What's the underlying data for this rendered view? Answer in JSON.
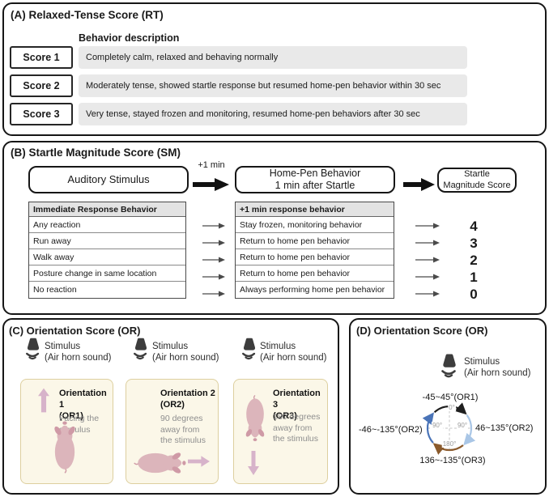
{
  "panelA": {
    "title": "(A) Relaxed-Tense Score (RT)",
    "col_header": "Behavior description",
    "rows": [
      {
        "score": "Score 1",
        "desc": "Completely calm, relaxed and behaving normally"
      },
      {
        "score": "Score 2",
        "desc": "Moderately tense, showed startle response but resumed home-pen behavior within 30 sec"
      },
      {
        "score": "Score 3",
        "desc": "Very tense, stayed frozen and monitoring, resumed home-pen behaviors after 30 sec"
      }
    ]
  },
  "panelB": {
    "title": "(B) Startle Magnitude Score (SM)",
    "flow": {
      "box1": "Auditory Stimulus",
      "arrow1_label": "+1 min",
      "box2_line1": "Home-Pen Behavior",
      "box2_line2": "1 min after Startle",
      "box3_line1": "Startle",
      "box3_line2": "Magnitude Score"
    },
    "table": {
      "left_header": "Immediate Response Behavior",
      "right_header": "+1 min response behavior",
      "rows": [
        {
          "immediate": "Any reaction",
          "response": "Stay frozen, monitoring behavior",
          "score": "4"
        },
        {
          "immediate": "Run away",
          "response": "Return to home pen behavior",
          "score": "3"
        },
        {
          "immediate": "Walk away",
          "response": "Return to home pen behavior",
          "score": "2"
        },
        {
          "immediate": "Posture change in same location",
          "response": "Return to home pen behavior",
          "score": "1"
        },
        {
          "immediate": "No reaction",
          "response": "Always performing home pen behavior",
          "score": "0"
        }
      ]
    }
  },
  "panelC": {
    "title": "(C) Orientation Score (OR)",
    "stimulus_line1": "Stimulus",
    "stimulus_line2": "(Air horn sound)",
    "cards": [
      {
        "title_line1": "Orientation 1",
        "title_line2": "(OR1)",
        "desc": "Facing the stimulus"
      },
      {
        "title_line1": "Orientation 2",
        "title_line2": "(OR2)",
        "desc": "90 degrees away from the stimulus"
      },
      {
        "title_line1": "Orientation 3",
        "title_line2": "(OR3)",
        "desc": "180 degrees away from the stimulus"
      }
    ]
  },
  "panelD": {
    "title": "(D) Orientation Score (OR)",
    "stimulus_line1": "Stimulus",
    "stimulus_line2": "(Air horn sound)",
    "compass": {
      "top_label": "-45~45°(OR1)",
      "right_label": "46~135°(OR2)",
      "left_label": "-46~-135°(OR2)",
      "bottom_label": "136~-135°(OR3)",
      "inner_top": "0°",
      "inner_left": "90°",
      "inner_right": "90°",
      "inner_bottom": "180°",
      "colors": {
        "or1_arc": "#1f1f1f",
        "right_arc": "#a9c6e6",
        "left_arc": "#4a74b8",
        "bottom_arc": "#8a5a2c"
      }
    }
  },
  "colors": {
    "panel_border": "#161616",
    "row_bar": "#e9e9e9",
    "table_header_bg": "#e3e3e3",
    "card_bg": "#fbf7e8",
    "card_border": "#ddcf9f",
    "pig_body": "#dcb5bb",
    "pig_shade": "#cf9aa6",
    "pink_arrow": "#d7b3ca",
    "horn_icon": "#3d3d3d"
  }
}
